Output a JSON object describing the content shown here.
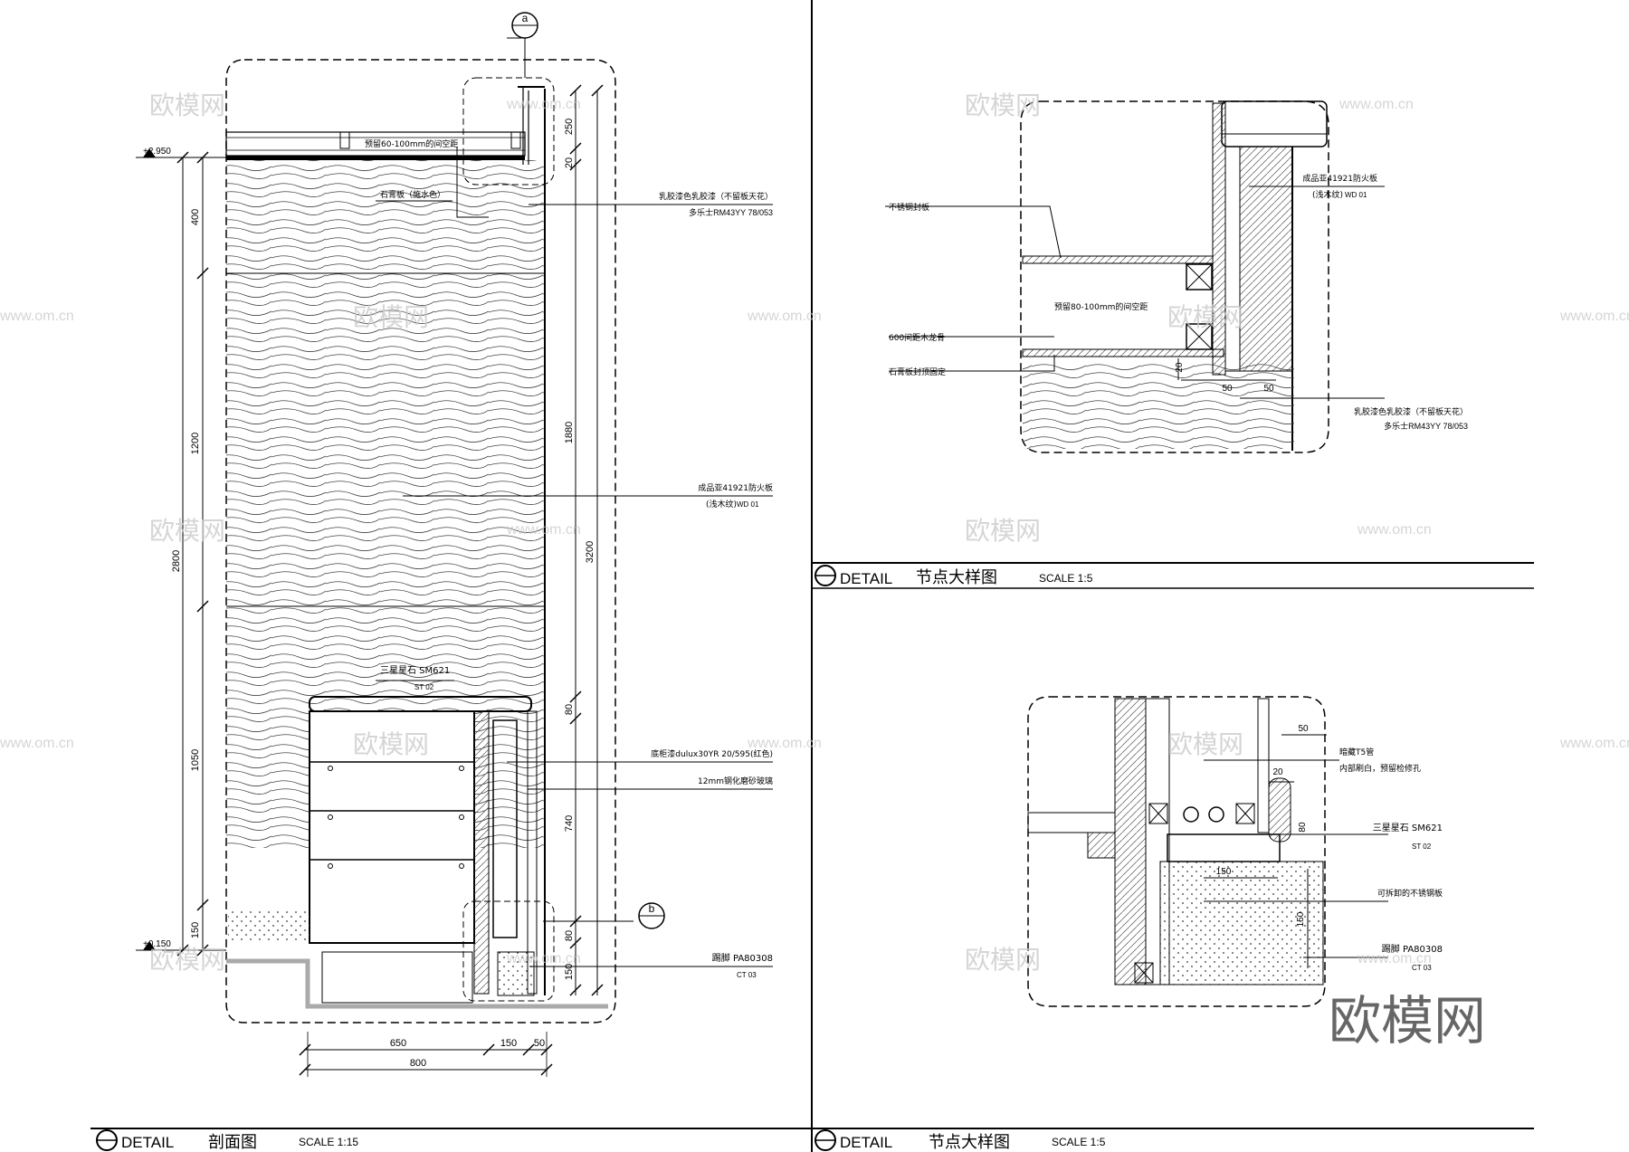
{
  "title_blocks": {
    "left": {
      "mark": "DETAIL",
      "title": "剖面图",
      "scale": "SCALE 1:15"
    },
    "right_top": {
      "mark": "DETAIL",
      "title": "节点大样图",
      "scale": "SCALE 1:5"
    },
    "right_bottom": {
      "mark": "DETAIL",
      "title": "节点大样图",
      "scale": "SCALE 1:5"
    }
  },
  "section": {
    "levels": {
      "top": "+2.950",
      "bottom": "+0.150"
    },
    "dims_left": {
      "overall": "2800",
      "d1": "400",
      "d2": "1200",
      "d3": "1050",
      "d4": "150"
    },
    "dims_right": {
      "overall": "3200",
      "d1": "250",
      "d2": "20",
      "d3": "1880",
      "d4": "80",
      "d5": "740",
      "d6": "80",
      "d7": "150"
    },
    "dims_bottom": {
      "d1": "650",
      "d2": "150",
      "d3": "50",
      "total": "800"
    },
    "callouts": {
      "a": "a",
      "b": "b",
      "ceiling_gap": "预留60-100mm的间空距",
      "gypsum_bulk": "石膏板（施水色）",
      "paint": "乳胶漆色乳胶漆（不留板天花）",
      "paint_code": "多乐士RM43YY 78/053",
      "panel": "成品亚41921防火板",
      "panel_note": "(浅木纹)",
      "panel_code": "WD 01",
      "stone": "三星星石 SM621",
      "stone_code": "ST 02",
      "cabinet_paint": "底柜漆dulux30YR 20/595(红色)",
      "glass": "12mm钢化磨砂玻璃",
      "tile": "踢脚 PA80308",
      "tile_code": "CT 03"
    }
  },
  "detail_a": {
    "ceiling": "不锈钢封板",
    "gap": "预留80-100mm的间空距",
    "keel": "600间距木龙骨",
    "gypsum": "石膏板封顶固定",
    "panel": "成品亚41921防火板",
    "panel_note": "(浅木纹)",
    "panel_code": "WD 01",
    "paint": "乳胶漆色乳胶漆（不留板天花）",
    "paint_code": "多乐士RM43YY 78/053",
    "dim_20": "20",
    "dim_50a": "50",
    "dim_50b": "50"
  },
  "detail_b": {
    "light": "暗藏T5管",
    "light_note": "内部刷白，预留检修孔",
    "stone": "三星星石 SM621",
    "stone_code": "ST 02",
    "steel": "可拆卸的不锈钢板",
    "tile": "踢脚 PA80308",
    "tile_code": "CT 03",
    "dim_50": "50",
    "dim_20": "20",
    "dim_80": "80",
    "dim_150": "150",
    "dim_150v": "150"
  },
  "watermarks": {
    "brand": "欧模网",
    "url": "www.om.cn"
  }
}
